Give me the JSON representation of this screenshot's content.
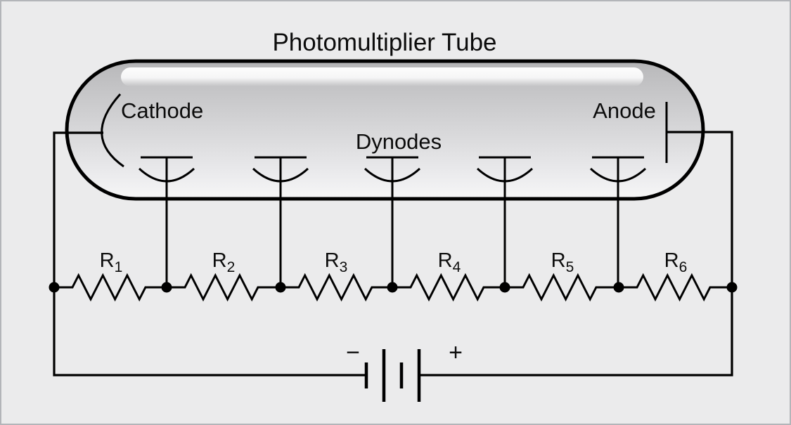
{
  "title": "Photomultiplier Tube",
  "tube": {
    "cathode_label": "Cathode",
    "anode_label": "Anode",
    "dynodes_label": "Dynodes",
    "dynode_count": 5
  },
  "resistors": [
    {
      "base": "R",
      "sub": "1"
    },
    {
      "base": "R",
      "sub": "2"
    },
    {
      "base": "R",
      "sub": "3"
    },
    {
      "base": "R",
      "sub": "4"
    },
    {
      "base": "R",
      "sub": "5"
    },
    {
      "base": "R",
      "sub": "6"
    }
  ],
  "battery": {
    "negative_label": "−",
    "positive_label": "+"
  },
  "colors": {
    "background": "#ebebec",
    "frame_border": "#b3b5b9",
    "line": "#000000",
    "tube_gradient_top": "#b2b2b4",
    "tube_gradient_bottom": "#f6f6f7",
    "tube_highlight": "#ffffff"
  }
}
